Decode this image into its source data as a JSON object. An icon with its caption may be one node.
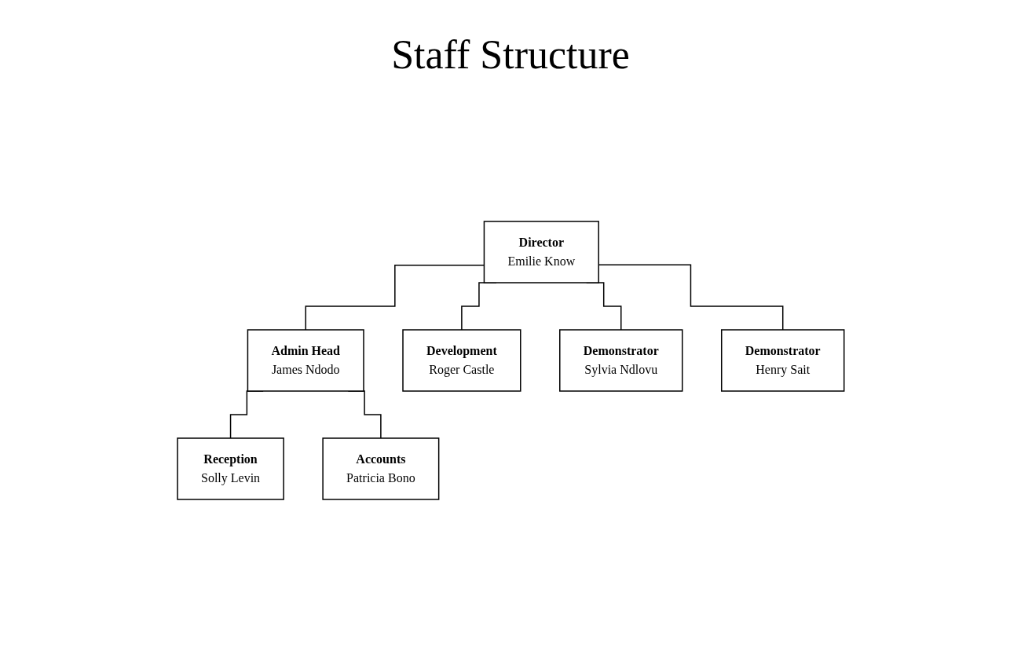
{
  "diagram": {
    "title": "Staff Structure",
    "nodes": [
      {
        "text": [
          "Director",
          "Emilie Know"
        ]
      },
      {
        "text": [
          "Admin Head",
          "James Ndodo"
        ]
      },
      {
        "text": [
          "Development",
          "Roger Castle"
        ]
      },
      {
        "text": [
          "Demonstrator",
          "Sylvia  Ndlovu"
        ]
      },
      {
        "text": [
          "Demonstrator",
          "Henry Sait"
        ]
      },
      {
        "text": [
          "Reception",
          "Solly Levin"
        ]
      },
      {
        "text": [
          "Accounts",
          "Patricia Bono"
        ]
      }
    ],
    "edges": [
      {
        "from": 0,
        "to": 1,
        "arrow": "none"
      },
      {
        "from": 0,
        "to": 2,
        "arrow": "none"
      },
      {
        "from": 0,
        "to": 3,
        "arrow": "none"
      },
      {
        "from": 0,
        "to": 4,
        "arrow": "none"
      },
      {
        "from": 1,
        "to": 5,
        "arrow": "none"
      },
      {
        "from": 1,
        "to": 6,
        "arrow": "none"
      }
    ]
  }
}
